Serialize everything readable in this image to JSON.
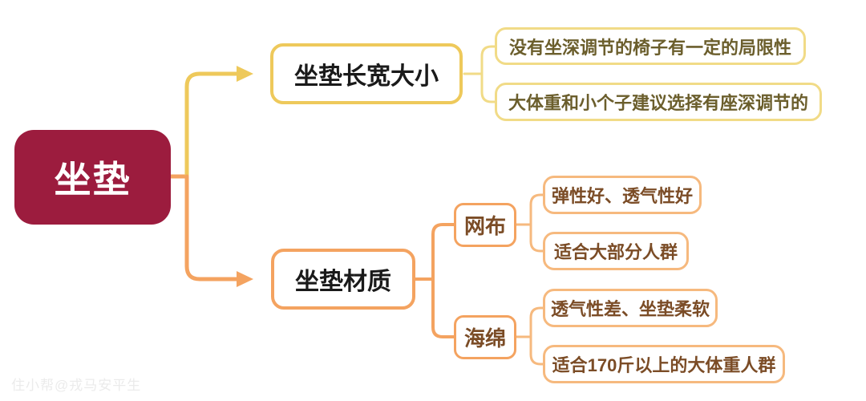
{
  "colors": {
    "root_fill": "#9C1C3E",
    "yellow_strong": "#EEC95B",
    "yellow_light": "#F1DB87",
    "olive_text": "#6B5E2C",
    "orange_strong": "#F4A360",
    "orange_light": "#F6B97E",
    "brown_text": "#7B4C26",
    "branch_text": "#1A1A1A",
    "watermark": "#EBEBEB"
  },
  "watermark": "住小帮@戎马安平生",
  "mindmap": {
    "root": {
      "label": "坐垫"
    },
    "branches": [
      {
        "label": "坐垫长宽大小",
        "leaves": [
          "没有坐深调节的椅子有一定的局限性",
          "大体重和小个子建议选择有座深调节的"
        ]
      },
      {
        "label": "坐垫材质",
        "children": [
          {
            "label": "网布",
            "leaves": [
              "弹性好、透气性好",
              "适合大部分人群"
            ]
          },
          {
            "label": "海绵",
            "leaves": [
              "透气性差、坐垫柔软",
              "适合170斤以上的大体重人群"
            ]
          }
        ]
      }
    ]
  }
}
